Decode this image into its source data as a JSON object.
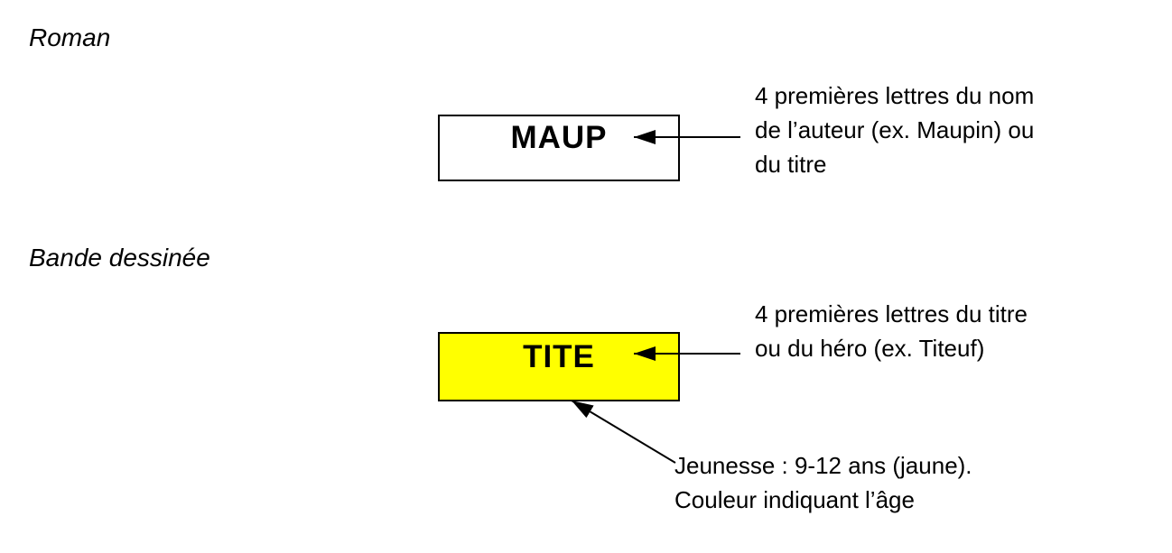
{
  "colors": {
    "page_background": "#ffffff",
    "text": "#000000",
    "box_border": "#000000",
    "roman_box_fill": "#ffffff",
    "bd_box_fill": "#ffff00",
    "arrow": "#000000"
  },
  "sections": {
    "roman": {
      "heading": "Roman",
      "box_label": "MAUP",
      "annotation_lines": [
        "4 premières lettres du nom",
        "de l’auteur (ex. Maupin) ou",
        "du titre"
      ]
    },
    "bande_dessinee": {
      "heading": "Bande dessinée",
      "box_label": "TITE",
      "annotation_lines": [
        "4 premières lettres du titre",
        "ou du héro (ex. Titeuf)"
      ],
      "age_note_lines": [
        "Jeunesse : 9-12 ans (jaune).",
        "Couleur indiquant l’âge"
      ]
    }
  }
}
